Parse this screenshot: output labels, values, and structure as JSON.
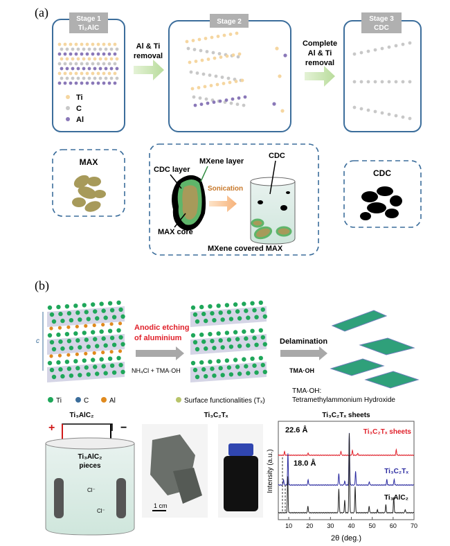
{
  "panel_a": {
    "label": "(a)",
    "stage1": {
      "title": "Stage 1",
      "subtitle": "Ti₂AlC"
    },
    "stage2": {
      "title": "Stage 2"
    },
    "stage3": {
      "title": "Stage 3",
      "subtitle": "CDC"
    },
    "arrow1": [
      "Al & Ti",
      "removal"
    ],
    "arrow2": [
      "Complete",
      "Al & Ti",
      "removal"
    ],
    "legend": [
      "Ti",
      "C",
      "Al"
    ],
    "max_box": "MAX",
    "middle_box": {
      "cdc_layer": "CDC layer",
      "mxene_layer": "MXene layer",
      "sonication": "Sonication",
      "max_core": "MAX core",
      "cdc": "CDC",
      "mxene_covered": "MXene covered MAX"
    },
    "cdc_box": "CDC",
    "colors": {
      "ti": "#f5d6a0",
      "c": "#c8c8c8",
      "al": "#8a78b8",
      "box": "#3b6d9b",
      "arrow": "#c9e4b0",
      "max": "#a79a5a",
      "mxene": "#5fb56a"
    }
  },
  "panel_b": {
    "label": "(b)",
    "etching": [
      "Anodic etching",
      "of aluminium"
    ],
    "reagent1": "NH₄Cl + TMA·OH",
    "delamination": "Delamination",
    "reagent2": "TMA·OH",
    "c_axis": "c",
    "legend": [
      "Ti",
      "C",
      "Al"
    ],
    "surface": "Surface functionalities (Tₓ)",
    "tma_def": [
      "TMA·OH:",
      "Tetramethylammonium Hydroxide"
    ],
    "struct_labels": [
      "Ti₃AlC₂",
      "Ti₃C₂Tₓ",
      "Ti₃C₂Tₓ  sheets"
    ],
    "cell": {
      "plus": "+",
      "minus": "−",
      "pieces": [
        "Ti₃AlC₂",
        "pieces"
      ],
      "ion": "Cl⁻"
    },
    "scale_bar": "1 cm"
  },
  "chart_data": {
    "type": "line",
    "title": "",
    "xlabel": "2θ (deg.)",
    "ylabel": "Intensity (a.u.)",
    "xlim": [
      5,
      70
    ],
    "xticks": [
      10,
      20,
      30,
      40,
      50,
      60,
      70
    ],
    "annotations": [
      "22.6 Å",
      "18.0 Å"
    ],
    "series": [
      {
        "name": "Ti₃C₂Tₓ sheets",
        "color": "#e0202a",
        "peaks": [
          [
            8.0,
            5
          ],
          [
            19.3,
            3
          ],
          [
            35.0,
            6
          ],
          [
            40.5,
            7
          ],
          [
            43,
            3
          ],
          [
            61.5,
            8
          ]
        ]
      },
      {
        "name": "Ti₃C₂Tₓ",
        "color": "#2a2aa0",
        "peaks": [
          [
            7.5,
            8
          ],
          [
            9.6,
            45
          ],
          [
            19.3,
            8
          ],
          [
            34.0,
            17
          ],
          [
            36.8,
            6
          ],
          [
            39.0,
            75
          ],
          [
            42.0,
            20
          ],
          [
            48.6,
            5
          ],
          [
            57.0,
            8
          ],
          [
            60.5,
            8
          ]
        ]
      },
      {
        "name": "Ti₃AlC₂",
        "color": "#222222",
        "peaks": [
          [
            9.5,
            52
          ],
          [
            19.2,
            10
          ],
          [
            34.0,
            35
          ],
          [
            36.8,
            18
          ],
          [
            39.0,
            115
          ],
          [
            41.8,
            38
          ],
          [
            48.5,
            10
          ],
          [
            52.5,
            4
          ],
          [
            56.5,
            12
          ],
          [
            60.3,
            22
          ],
          [
            65.8,
            5
          ]
        ]
      }
    ]
  }
}
